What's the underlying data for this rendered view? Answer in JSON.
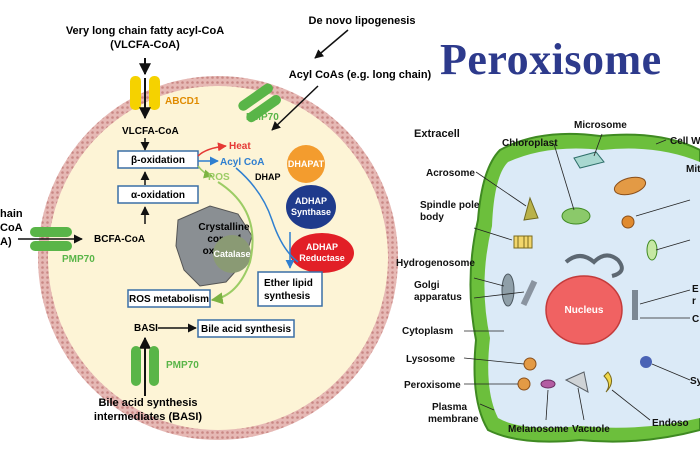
{
  "title": "Peroxisome",
  "left": {
    "vlcfa_src": [
      "Very long chain fatty acyl-CoA",
      "(VLCFA-CoA)"
    ],
    "de_novo": "De novo lipogenesis",
    "acyl_coas": "Acyl CoAs (e.g. long chain)",
    "abcd1": "ABCD1",
    "pmp70": "PMP70",
    "vlcfa_coa": "VLCFA-CoA",
    "beta_ox": "β-oxidation",
    "heat": "Heat",
    "acyl_coa": "Acyl CoA",
    "ros": "ROS",
    "dhap": "DHAP",
    "dhapat": "DHAPAT",
    "adhap_synthase": [
      "ADHAP",
      "Synthase"
    ],
    "adhap_reductase": [
      "ADHAP",
      "Reductase"
    ],
    "alpha_ox": "α-oxidation",
    "chain_cut": [
      "hain",
      "CoA",
      "A)"
    ],
    "bcfa_coa": "BCFA-CoA",
    "crystalline": [
      "Crystalline",
      "core of",
      "oxidases"
    ],
    "catalase": "Catalase",
    "ros_metabolism": "ROS metabolism",
    "ether_lipid": [
      "Ether lipid",
      "synthesis"
    ],
    "basi": "BASI",
    "bile_acid": "Bile acid synthesis",
    "basi_src": [
      "Bile acid synthesis",
      "intermediates (BASI)"
    ]
  },
  "right": {
    "labels": {
      "extracell": "Extracell",
      "chloroplast": "Chloroplast",
      "microsome": "Microsome",
      "cell_wall": "Cell W",
      "mito": "Mit",
      "acrosome": "Acrosome",
      "spindle": [
        "Spindle pole",
        "body"
      ],
      "hydrogenosome": "Hydrogenosome",
      "golgi": [
        "Golgi",
        "apparatus"
      ],
      "cytoplasm": "Cytoplasm",
      "lysosome": "Lysosome",
      "peroxisome": "Peroxisome",
      "plasma": [
        "Plasma",
        "membrane"
      ],
      "melanosome": "Melanosome",
      "vacuole": "Vacuole",
      "endosome": "Endoso",
      "sy": "Sy",
      "nucleus": "Nucleus",
      "e_cut": "E",
      "r_cut": "r",
      "c_cut": "C"
    }
  },
  "colors": {
    "title": "#2d3a8c",
    "membrane": "#d9a0a0",
    "cell_fill": "#fdf4d6",
    "heat": "#e53935",
    "acyl": "#2f7fd0",
    "ros": "#9ccc65",
    "cell_wall": "#6cbf3c",
    "cytoplasm": "#dbeaf7",
    "nucleus": "#f06262"
  }
}
